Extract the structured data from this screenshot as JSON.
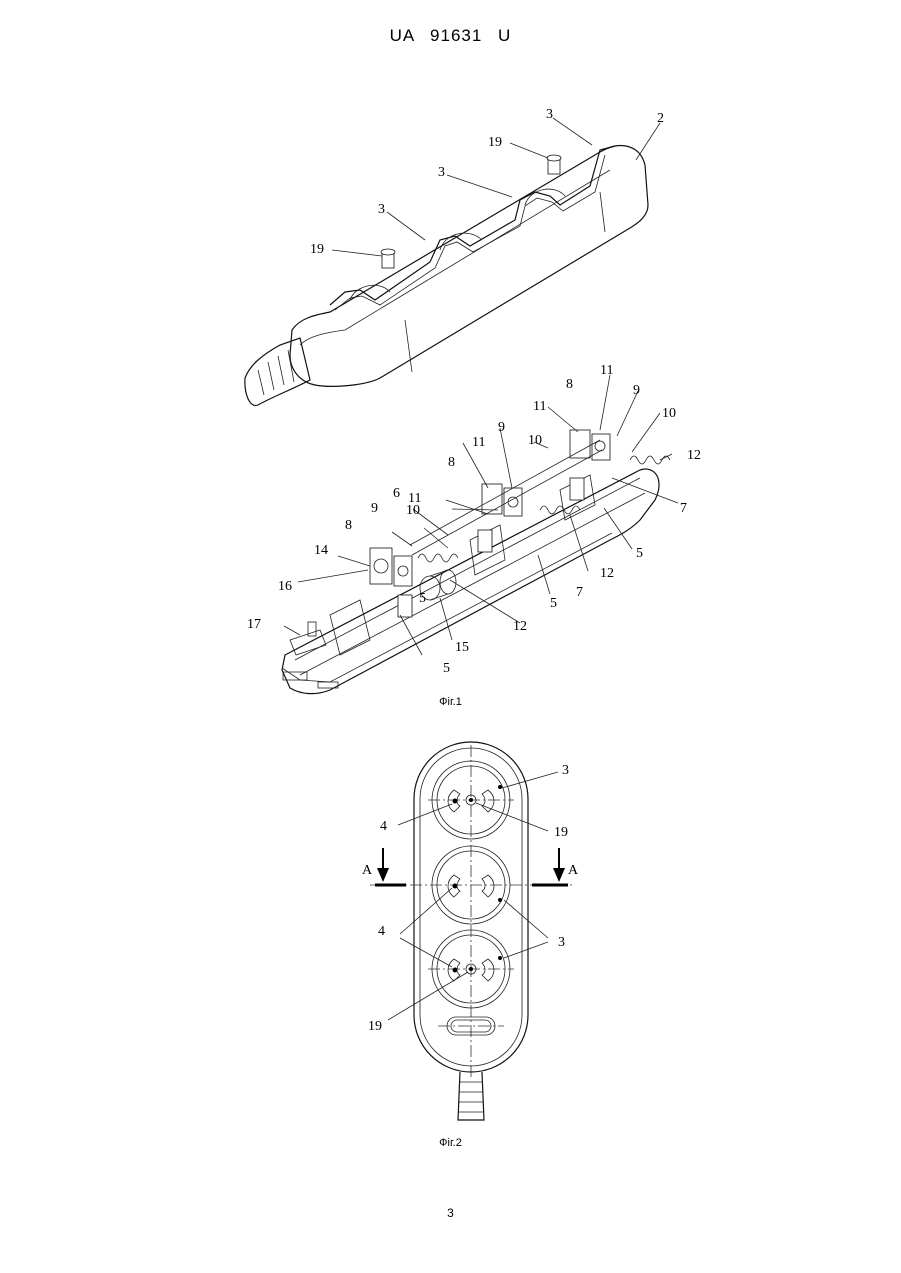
{
  "header": {
    "patent_number": "UA   91631   U"
  },
  "figure1": {
    "caption": "Фіг.1",
    "labels": {
      "top_view": [
        "3",
        "2",
        "19",
        "3",
        "3",
        "19"
      ],
      "bottom_view": [
        "11",
        "8",
        "9",
        "11",
        "10",
        "12",
        "9",
        "10",
        "11",
        "8",
        "7",
        "11",
        "6",
        "10",
        "9",
        "8",
        "14",
        "16",
        "5",
        "12",
        "7",
        "5",
        "12",
        "5",
        "15",
        "17",
        "5"
      ]
    }
  },
  "figure2": {
    "caption": "Фіг.2",
    "labels": [
      "3",
      "4",
      "19",
      "A",
      "A",
      "4",
      "3",
      "19"
    ]
  },
  "page_number": "3"
}
